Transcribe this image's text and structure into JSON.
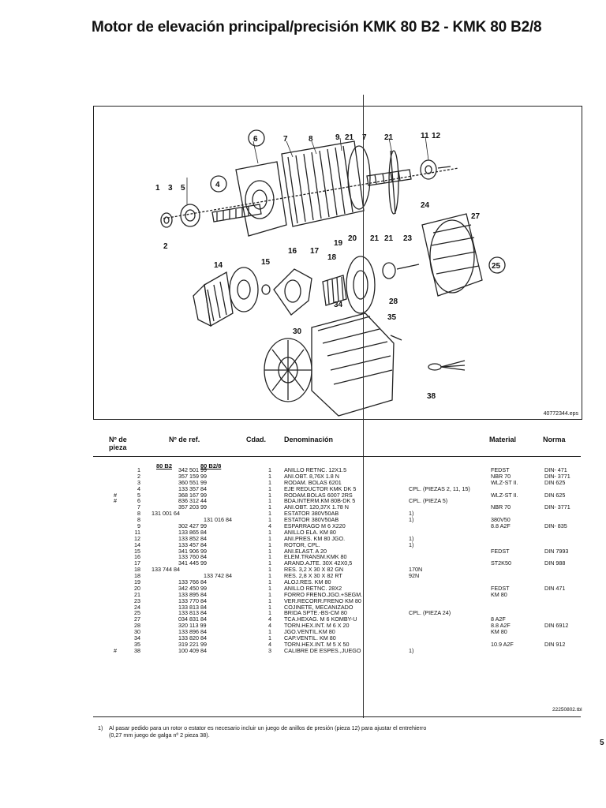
{
  "title": "Motor de elevación principal/precisión KMK 80 B2 - KMK 80 B2/8",
  "figure_id": "40772344.eps",
  "callouts": [
    "1",
    "3",
    "5",
    "2",
    "4",
    "6",
    "7",
    "8",
    "9",
    "21",
    "7",
    "21",
    "11",
    "12",
    "24",
    "27",
    "25",
    "14",
    "15",
    "16",
    "17",
    "18",
    "19",
    "20",
    "21",
    "21",
    "23",
    "28",
    "34",
    "35",
    "30",
    "38"
  ],
  "headers": {
    "pieza": "Nº de pieza",
    "ref": "Nº de ref.",
    "cdad": "Cdad.",
    "denominacion": "Denominación",
    "material": "Material",
    "norma": "Norma"
  },
  "subheaders": {
    "b2": "80 B2",
    "b28": "80 B2/8"
  },
  "rows": [
    {
      "mark": "",
      "pieza": "1",
      "ref": "342 501 99",
      "col": "r1",
      "cdad": "1",
      "den": "ANILLO RETNC. 12X1.5",
      "cpl": "",
      "mat": "FEDST",
      "norma": "DIN- 471"
    },
    {
      "mark": "",
      "pieza": "2",
      "ref": "357 159 99",
      "col": "r1",
      "cdad": "1",
      "den": "ANI.OBT. 8,76X 1.8 N",
      "cpl": "",
      "mat": "NBR 70",
      "norma": "DIN- 3771"
    },
    {
      "mark": "",
      "pieza": "3",
      "ref": "360 551 99",
      "col": "r1",
      "cdad": "1",
      "den": "RODAM. BOLAS 6201",
      "cpl": "",
      "mat": "WLZ-ST II.",
      "norma": "DIN 625"
    },
    {
      "mark": "",
      "pieza": "4",
      "ref": "133 357 84",
      "col": "r1",
      "cdad": "1",
      "den": "EJE REDUCTOR KMK DK 5",
      "cpl": "CPL. (PIEZAS 2, 11, 15)",
      "mat": "",
      "norma": ""
    },
    {
      "mark": "#",
      "pieza": "5",
      "ref": "368 167 99",
      "col": "r1",
      "cdad": "1",
      "den": "RODAM.BOLAS 6007 2RS",
      "cpl": "",
      "mat": "WLZ-ST II.",
      "norma": "DIN 625"
    },
    {
      "mark": "#",
      "pieza": "6",
      "ref": "836 312 44",
      "col": "r1",
      "cdad": "1",
      "den": "BDA.INTERM.KM 80B-DK 5",
      "cpl": "CPL. (PIEZA 5)",
      "mat": "",
      "norma": ""
    },
    {
      "mark": "",
      "pieza": "7",
      "ref": "357 203 99",
      "col": "r1",
      "cdad": "1",
      "den": "ANI.OBT. 120,37X 1.78 N",
      "cpl": "",
      "mat": "NBR 70",
      "norma": "DIN- 3771"
    },
    {
      "mark": "",
      "pieza": "8",
      "ref": "131 001 64",
      "col": "r2",
      "cdad": "1",
      "den": "ESTATOR 380V50AB",
      "cpl": "1)",
      "mat": "",
      "norma": ""
    },
    {
      "mark": "",
      "pieza": "8",
      "ref": "131 016 84",
      "col": "r3",
      "cdad": "1",
      "den": "ESTATOR 380V50AB",
      "cpl": "1)",
      "mat": "380V50",
      "norma": ""
    },
    {
      "mark": "",
      "pieza": "9",
      "ref": "302 427 99",
      "col": "r1",
      "cdad": "4",
      "den": "ESPARRAGO M 6 X220",
      "cpl": "",
      "mat": "8.8 A2F",
      "norma": "DIN- 835"
    },
    {
      "mark": "",
      "pieza": "11",
      "ref": "133 865 84",
      "col": "r1",
      "cdad": "1",
      "den": "ANILLO ELA. KM 80",
      "cpl": "",
      "mat": "",
      "norma": ""
    },
    {
      "mark": "",
      "pieza": "12",
      "ref": "133 852 84",
      "col": "r1",
      "cdad": "1",
      "den": "ANI.PRES. KM 80 JGO.",
      "cpl": "1)",
      "mat": "",
      "norma": ""
    },
    {
      "mark": "",
      "pieza": "14",
      "ref": "133 457 84",
      "col": "r1",
      "cdad": "1",
      "den": "ROTOR, CPL.",
      "cpl": "1)",
      "mat": "",
      "norma": ""
    },
    {
      "mark": "",
      "pieza": "15",
      "ref": "341 906 99",
      "col": "r1",
      "cdad": "1",
      "den": "ANI.ELAST. A 20",
      "cpl": "",
      "mat": "FEDST",
      "norma": "DIN 7993"
    },
    {
      "mark": "",
      "pieza": "16",
      "ref": "133 760 84",
      "col": "r1",
      "cdad": "1",
      "den": "ELEM.TRANSM.KMK 80",
      "cpl": "",
      "mat": "",
      "norma": ""
    },
    {
      "mark": "",
      "pieza": "17",
      "ref": "341 445 99",
      "col": "r1",
      "cdad": "1",
      "den": "ARAND.AJTE. 30X 42X0,5",
      "cpl": "",
      "mat": "ST2K50",
      "norma": "DIN 988"
    },
    {
      "mark": "",
      "pieza": "18",
      "ref": "133 744 84",
      "col": "r2",
      "cdad": "1",
      "den": "RES. 3,2 X 30 X 82 GN",
      "cpl": "170N",
      "mat": "",
      "norma": ""
    },
    {
      "mark": "",
      "pieza": "18",
      "ref": "133 742 84",
      "col": "r3",
      "cdad": "1",
      "den": "RES. 2,8 X 30 X 82 RT",
      "cpl": "92N",
      "mat": "",
      "norma": ""
    },
    {
      "mark": "",
      "pieza": "19",
      "ref": "133 766 84",
      "col": "r1",
      "cdad": "1",
      "den": "ALOJ.RES. KM 80",
      "cpl": "",
      "mat": "",
      "norma": ""
    },
    {
      "mark": "",
      "pieza": "20",
      "ref": "342 450 99",
      "col": "r1",
      "cdad": "1",
      "den": "ANILLO RETNC. 28X2",
      "cpl": "",
      "mat": "FEDST",
      "norma": "DIN 471"
    },
    {
      "mark": "",
      "pieza": "21",
      "ref": "133 895 84",
      "col": "r1",
      "cdad": "1",
      "den": "FORRO FRENO.JGO.+SEGM.",
      "cpl": "",
      "mat": "KM 80",
      "norma": ""
    },
    {
      "mark": "",
      "pieza": "23",
      "ref": "133 770 84",
      "col": "r1",
      "cdad": "1",
      "den": "VER.RECORR.FRENO KM 80",
      "cpl": "",
      "mat": "",
      "norma": ""
    },
    {
      "mark": "",
      "pieza": "24",
      "ref": "133 813 84",
      "col": "r1",
      "cdad": "1",
      "den": "COJINETE, MECANIZADO",
      "cpl": "",
      "mat": "",
      "norma": ""
    },
    {
      "mark": "",
      "pieza": "25",
      "ref": "133 813 84",
      "col": "r1",
      "cdad": "1",
      "den": "BRIDA SPTE.-BS-CM 80",
      "cpl": "CPL. (PIEZA 24)",
      "mat": "",
      "norma": ""
    },
    {
      "mark": "",
      "pieza": "27",
      "ref": "034 831 84",
      "col": "r1",
      "cdad": "4",
      "den": "TCA.HEXAG. M 6 KOMBY-U",
      "cpl": "",
      "mat": "8 A2F",
      "norma": ""
    },
    {
      "mark": "",
      "pieza": "28",
      "ref": "320 113 99",
      "col": "r1",
      "cdad": "4",
      "den": "TORN.HEX.INT. M 6 X 20",
      "cpl": "",
      "mat": "8.8 A2F",
      "norma": "DIN 6912"
    },
    {
      "mark": "",
      "pieza": "30",
      "ref": "133 896 84",
      "col": "r1",
      "cdad": "1",
      "den": "JGO.VENTIL.KM 80",
      "cpl": "",
      "mat": "KM 80",
      "norma": ""
    },
    {
      "mark": "",
      "pieza": "34",
      "ref": "133 820 84",
      "col": "r1",
      "cdad": "1",
      "den": "CAP.VENTIL. KM 80",
      "cpl": "",
      "mat": "",
      "norma": ""
    },
    {
      "mark": "",
      "pieza": "35",
      "ref": "319 221 99",
      "col": "r1",
      "cdad": "4",
      "den": "TORN.HEX.INT. M 5 X 50",
      "cpl": "",
      "mat": "10.9 A2F",
      "norma": "DIN 912"
    },
    {
      "mark": "#",
      "pieza": "38",
      "ref": "100 409 84",
      "col": "r1",
      "cdad": "3",
      "den": "CALIBRE DE ESPES.,JUEGO",
      "cpl": "1)",
      "mat": "",
      "norma": ""
    }
  ],
  "table_id": "22250802.tbl",
  "footnote_num": "1)",
  "footnote": "Al pasar pedido para un rotor o estator es necesario incluir un juego de anillos de presión (pieza 12) para ajustar el entrehierro (0,27 mm juego de galga nº 2 pieza 38).",
  "page_number": "5"
}
